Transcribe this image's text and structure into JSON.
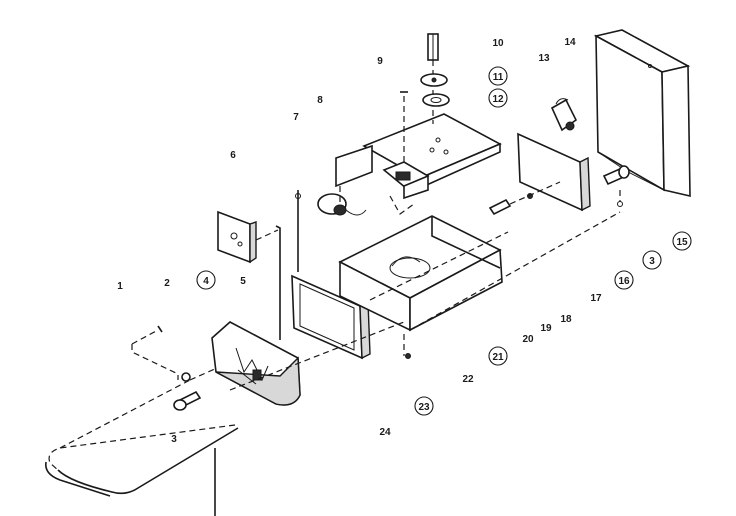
{
  "diagram": {
    "callouts": [
      {
        "id": "c1",
        "label": "1",
        "circled": false
      },
      {
        "id": "c2",
        "label": "2",
        "circled": false
      },
      {
        "id": "c3a",
        "label": "3",
        "circled": false
      },
      {
        "id": "c3b",
        "label": "3",
        "circled": true
      },
      {
        "id": "c4",
        "label": "4",
        "circled": true
      },
      {
        "id": "c5",
        "label": "5",
        "circled": false
      },
      {
        "id": "c6",
        "label": "6",
        "circled": false
      },
      {
        "id": "c7",
        "label": "7",
        "circled": false
      },
      {
        "id": "c8",
        "label": "8",
        "circled": false
      },
      {
        "id": "c9",
        "label": "9",
        "circled": false
      },
      {
        "id": "c10",
        "label": "10",
        "circled": false
      },
      {
        "id": "c11",
        "label": "11",
        "circled": true
      },
      {
        "id": "c12",
        "label": "12",
        "circled": true
      },
      {
        "id": "c13",
        "label": "13",
        "circled": false
      },
      {
        "id": "c14",
        "label": "14",
        "circled": false
      },
      {
        "id": "c15",
        "label": "15",
        "circled": true
      },
      {
        "id": "c16",
        "label": "16",
        "circled": true
      },
      {
        "id": "c17",
        "label": "17",
        "circled": false
      },
      {
        "id": "c18",
        "label": "18",
        "circled": false
      },
      {
        "id": "c19",
        "label": "19",
        "circled": false
      },
      {
        "id": "c20",
        "label": "20",
        "circled": false
      },
      {
        "id": "c21",
        "label": "21",
        "circled": true
      },
      {
        "id": "c22",
        "label": "22",
        "circled": false
      },
      {
        "id": "c23",
        "label": "23",
        "circled": true
      },
      {
        "id": "c24",
        "label": "24",
        "circled": false
      }
    ]
  }
}
